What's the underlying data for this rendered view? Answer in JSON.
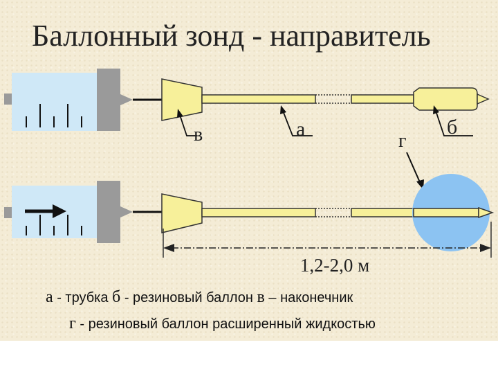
{
  "slide": {
    "title": "Баллонный зонд - направитель"
  },
  "diagram": {
    "label_v": "в",
    "label_a": "а",
    "label_g": "г",
    "label_b": "б",
    "length": "1,2-2,0 м"
  },
  "legend": {
    "a_letter": "а",
    "a_text": " - трубка ",
    "b_letter": "б",
    "b_text": " - резиновый баллон ",
    "v_letter": "в",
    "v_text": " – наконечник",
    "g_letter": "г",
    "g_text": " - резиновый баллон расширенный жидкостью"
  },
  "colors": {
    "slide_background": "#f4ecd6",
    "syringe_body": "#cfe8f7",
    "syringe_plunger": "#9a9a9a",
    "tip_and_tube": "#f7f09a",
    "balloon": "#8cc3f2",
    "ink": "#111111"
  }
}
